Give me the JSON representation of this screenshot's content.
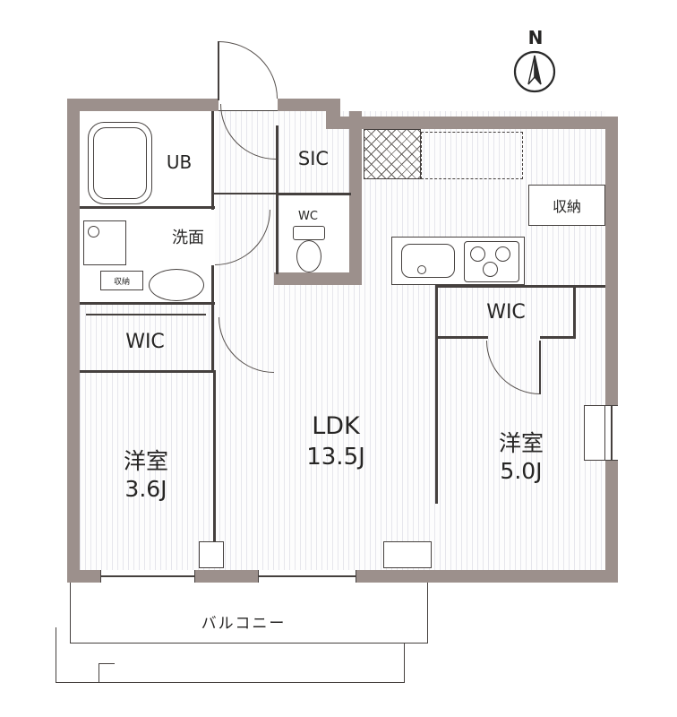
{
  "compass": {
    "north_label": "N"
  },
  "rooms": {
    "ub": {
      "label": "UB"
    },
    "senmen": {
      "label": "洗面"
    },
    "shuno_small": {
      "label": "収納"
    },
    "wic_left": {
      "label": "WIC"
    },
    "room_left": {
      "name": "洋室",
      "size": "3.6J"
    },
    "sic": {
      "label": "SIC"
    },
    "wc": {
      "label": "WC"
    },
    "shuno_right": {
      "label": "収納"
    },
    "wic_right": {
      "label": "WIC"
    },
    "ldk": {
      "name": "LDK",
      "size": "13.5J"
    },
    "room_right": {
      "name": "洋室",
      "size": "5.0J"
    }
  },
  "balcony": {
    "label": "バルコニー"
  },
  "colors": {
    "wall": "#9c908c",
    "line": "#45403e",
    "floor_stripe": "#e6e6ec"
  }
}
